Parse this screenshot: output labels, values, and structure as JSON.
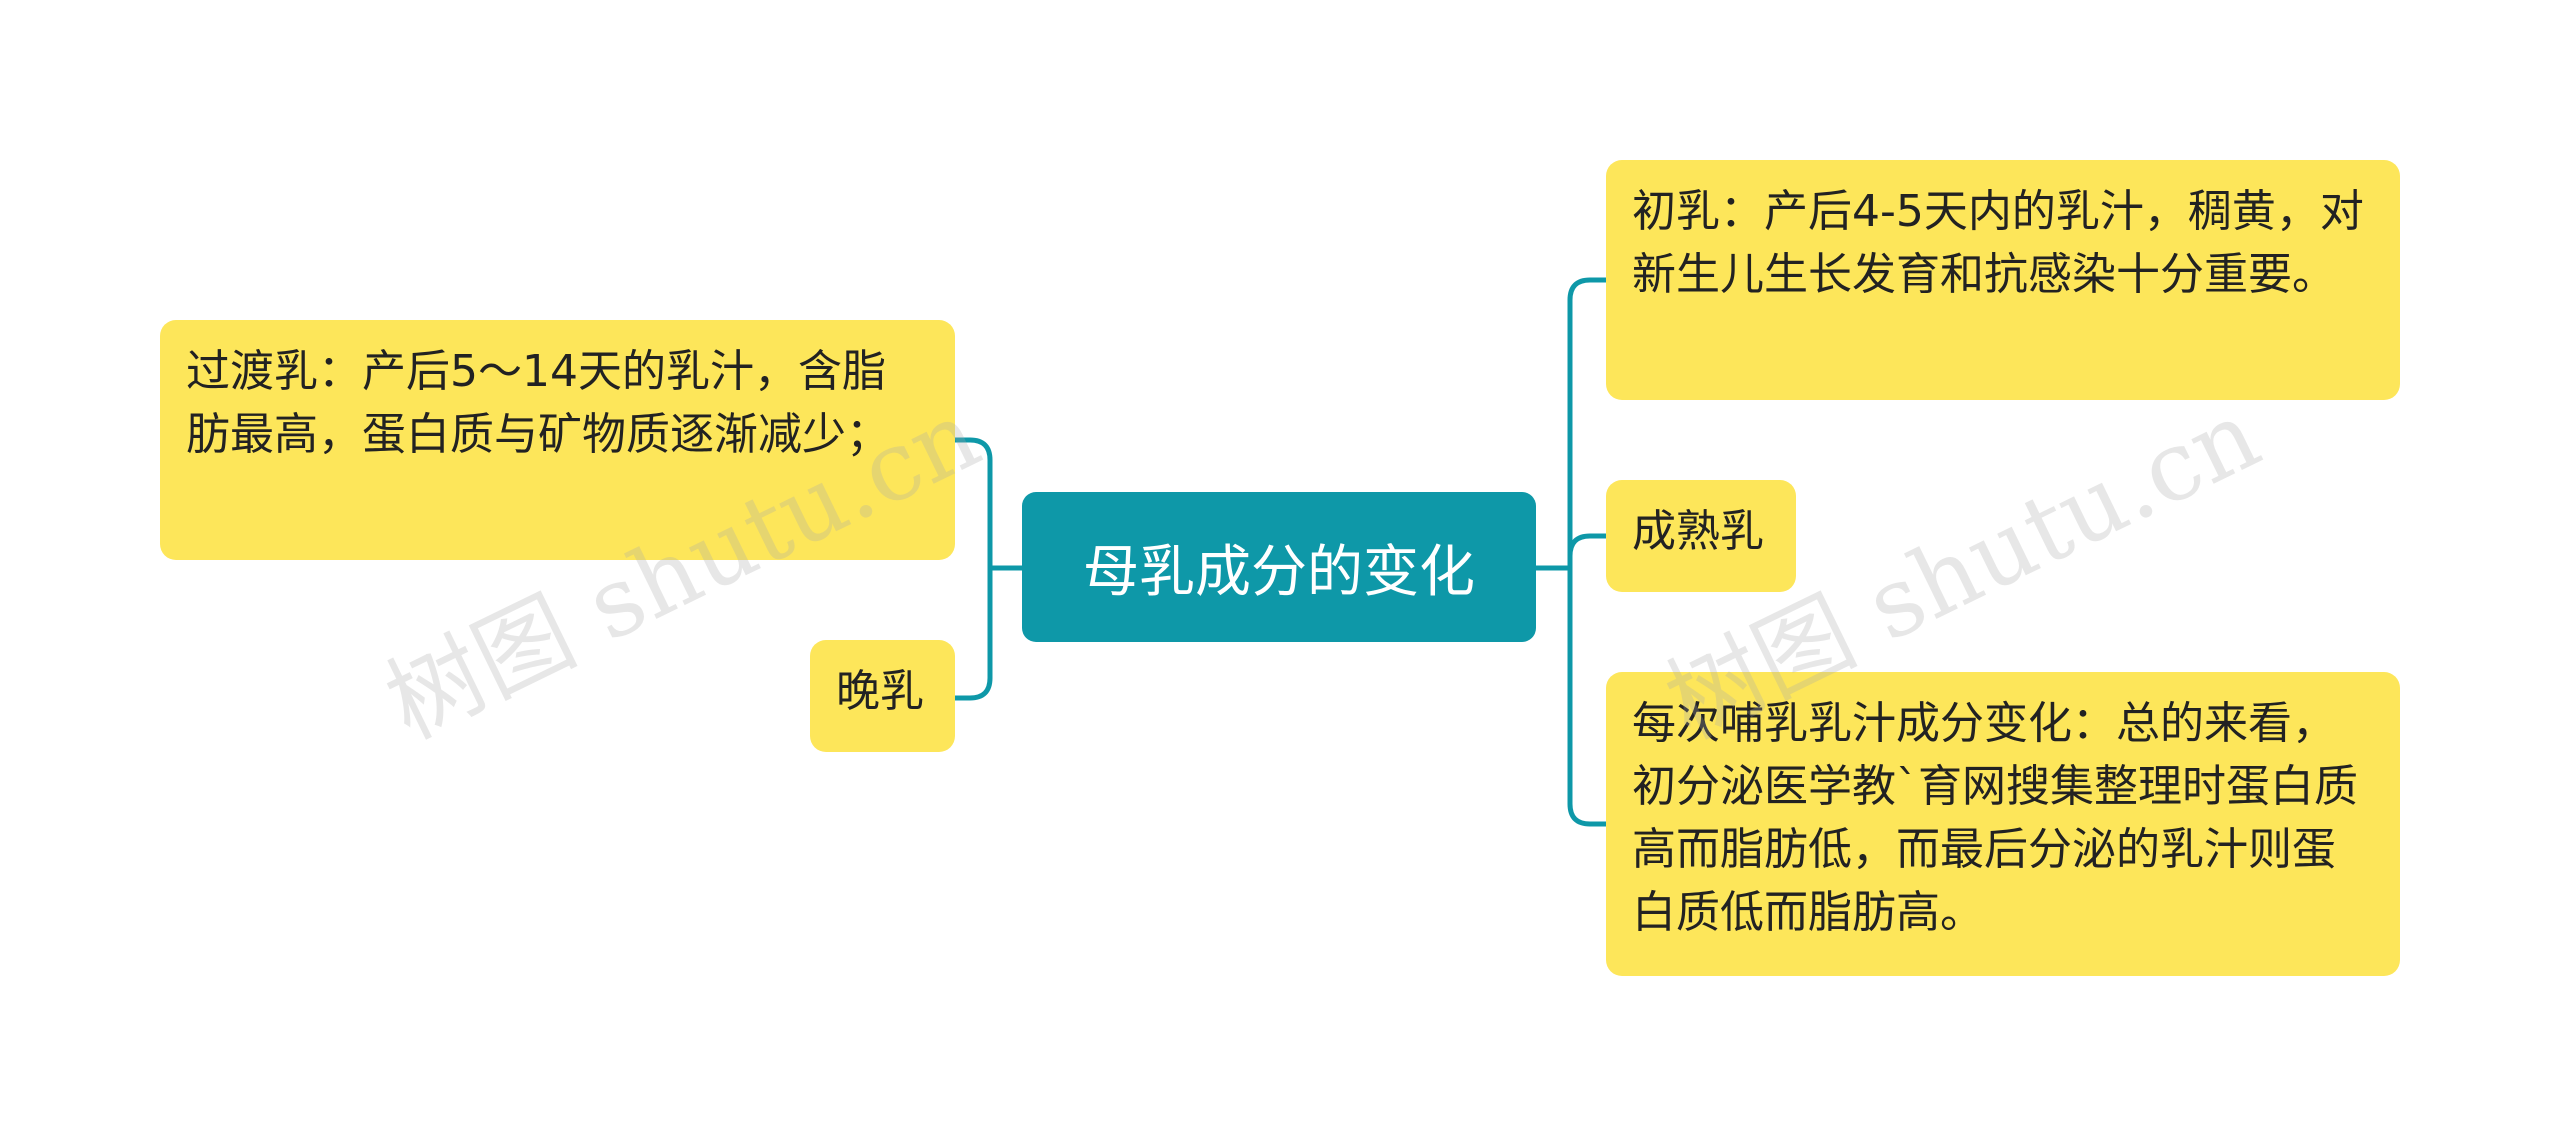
{
  "colors": {
    "root_bg": "#0e98a8",
    "node_bg": "#fde65a",
    "connector": "#0e98a8",
    "watermark": "#bbbbbb"
  },
  "root": {
    "label": "母乳成分的变化"
  },
  "left_branches": [
    {
      "text": "过渡乳：产后5～14天的乳汁，含脂肪最高，蛋白质与矿物质逐渐减少；"
    },
    {
      "text": "晚乳"
    }
  ],
  "right_branches": [
    {
      "text": "初乳：产后4-5天内的乳汁，稠黄，对新生儿生长发育和抗感染十分重要。"
    },
    {
      "text": "成熟乳"
    },
    {
      "text": "每次哺乳乳汁成分变化：总的来看，初分泌医学教`育网搜集整理时蛋白质高而脂肪低，而最后分泌的乳汁则蛋白质低而脂肪高。"
    }
  ],
  "watermarks": [
    {
      "text": "树图 shutu.cn"
    },
    {
      "text": "树图 shutu.cn"
    }
  ]
}
